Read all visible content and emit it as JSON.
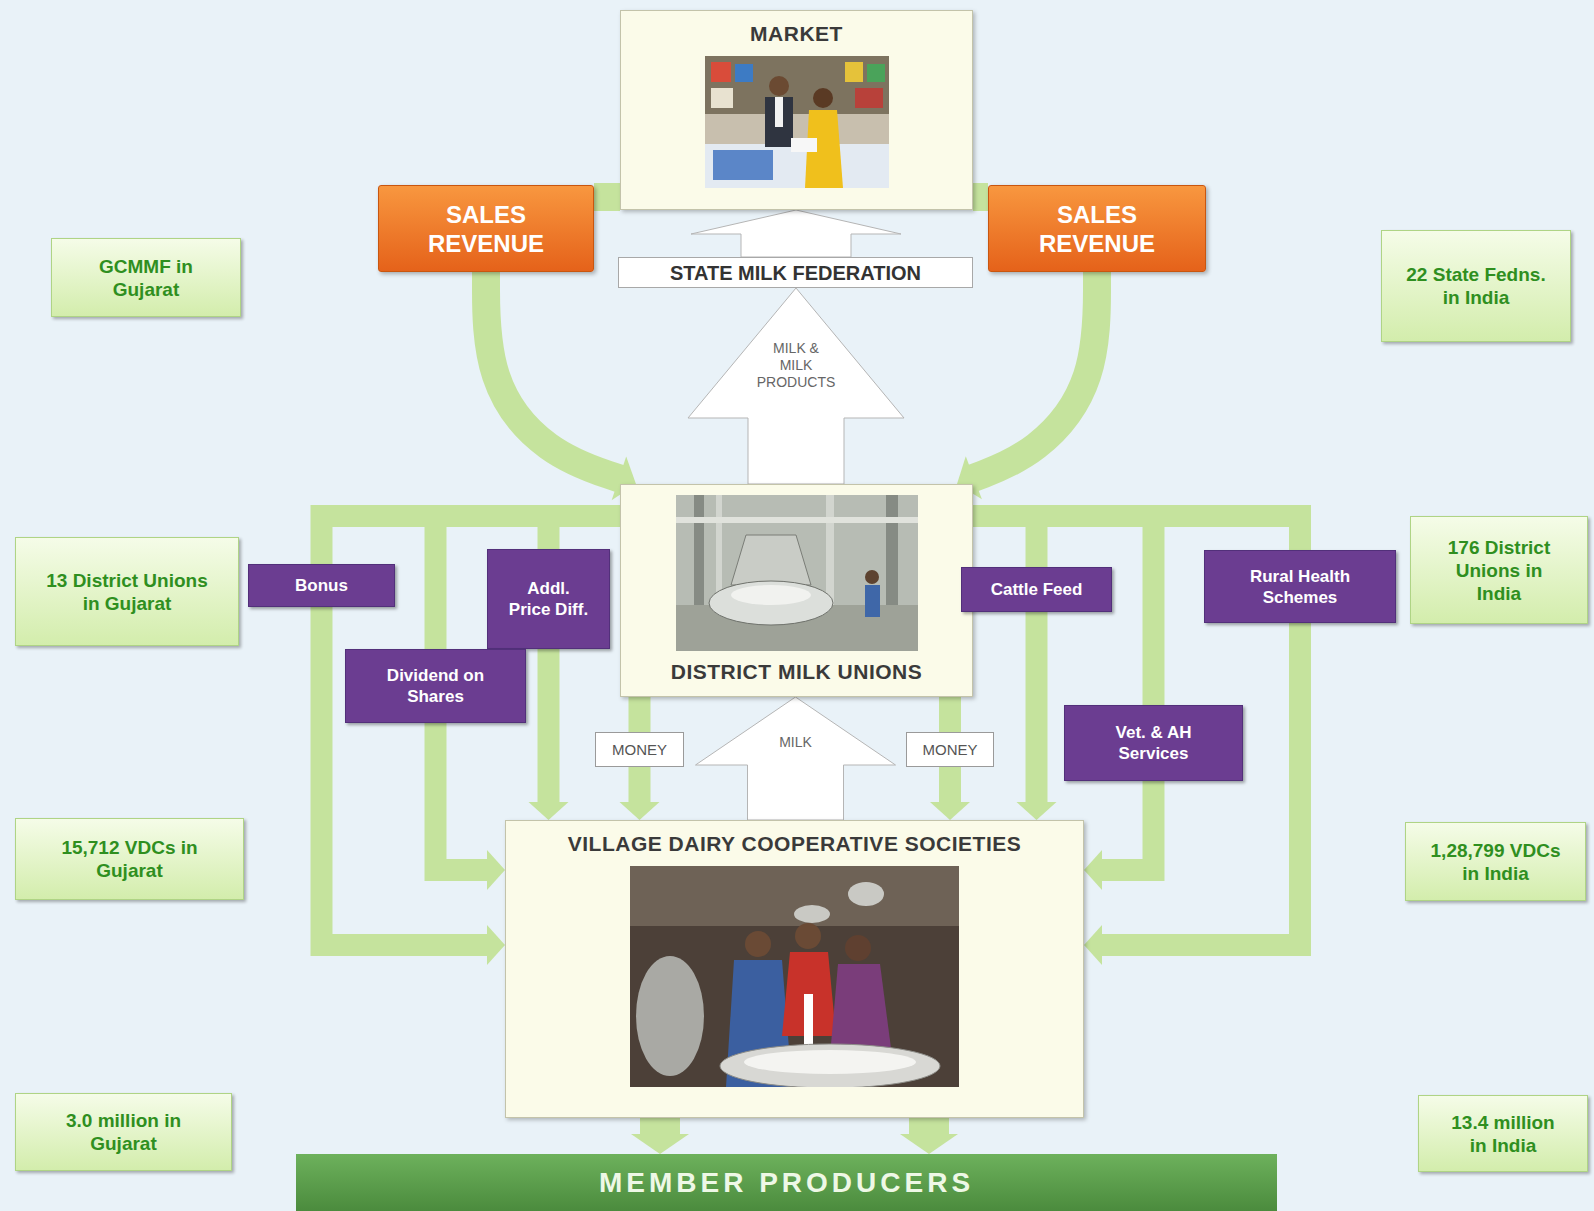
{
  "diagram": {
    "nodes": [
      {
        "text": [
          "MARKET"
        ]
      },
      {
        "text": [
          "SALES REVENUE"
        ]
      },
      {
        "text": [
          "SALES REVENUE"
        ]
      },
      {
        "text": [
          "STATE MILK FEDERATION"
        ]
      },
      {
        "text": [
          "GCMMF in Gujarat"
        ]
      },
      {
        "text": [
          "22 State Fedns. in India"
        ]
      },
      {
        "text": [
          "DISTRICT MILK UNIONS"
        ]
      },
      {
        "text": [
          "13 District Unions in Gujarat"
        ]
      },
      {
        "text": [
          "176 District Unions in India"
        ]
      },
      {
        "text": [
          "Bonus"
        ]
      },
      {
        "text": [
          "Addl. Price Diff."
        ]
      },
      {
        "text": [
          "Dividend on Shares"
        ]
      },
      {
        "text": [
          "Cattle Feed"
        ]
      },
      {
        "text": [
          "Rural Health Schemes"
        ]
      },
      {
        "text": [
          "Vet. & AH Services"
        ]
      },
      {
        "text": [
          "MONEY"
        ]
      },
      {
        "text": [
          "MONEY"
        ]
      },
      {
        "text": [
          "VILLAGE DAIRY COOPERATIVE SOCIETIES"
        ]
      },
      {
        "text": [
          "15,712 VDCs in Gujarat"
        ]
      },
      {
        "text": [
          "1,28,799 VDCs in India"
        ]
      },
      {
        "text": [
          "3.0 million in Gujarat"
        ]
      },
      {
        "text": [
          "13.4 million in India"
        ]
      },
      {
        "text": [
          "MEMBER PRODUCERS"
        ]
      }
    ],
    "edges": [
      {
        "from": 6,
        "to": 3,
        "arrow": "to",
        "label": "MILK & MILK PRODUCTS"
      },
      {
        "from": 3,
        "to": 0,
        "arrow": "to"
      },
      {
        "from": 0,
        "to": 1,
        "arrow": "none"
      },
      {
        "from": 1,
        "to": 6,
        "arrow": "to"
      },
      {
        "from": 0,
        "to": 2,
        "arrow": "none"
      },
      {
        "from": 2,
        "to": 6,
        "arrow": "to"
      },
      {
        "from": 17,
        "to": 6,
        "arrow": "to",
        "label": "MILK"
      },
      {
        "from": 6,
        "to": 9,
        "arrow": "none"
      },
      {
        "from": 9,
        "to": 17,
        "arrow": "to"
      },
      {
        "from": 6,
        "to": 10,
        "arrow": "none"
      },
      {
        "from": 10,
        "to": 17,
        "arrow": "to"
      },
      {
        "from": 6,
        "to": 11,
        "arrow": "none"
      },
      {
        "from": 11,
        "to": 17,
        "arrow": "to"
      },
      {
        "from": 6,
        "to": 15,
        "arrow": "none"
      },
      {
        "from": 15,
        "to": 17,
        "arrow": "to"
      },
      {
        "from": 6,
        "to": 16,
        "arrow": "none"
      },
      {
        "from": 16,
        "to": 17,
        "arrow": "to"
      },
      {
        "from": 6,
        "to": 12,
        "arrow": "none"
      },
      {
        "from": 12,
        "to": 17,
        "arrow": "to"
      },
      {
        "from": 6,
        "to": 14,
        "arrow": "none"
      },
      {
        "from": 14,
        "to": 17,
        "arrow": "to"
      },
      {
        "from": 6,
        "to": 13,
        "arrow": "none"
      },
      {
        "from": 13,
        "to": 17,
        "arrow": "to"
      },
      {
        "from": 17,
        "to": 22,
        "arrow": "to"
      },
      {
        "from": 17,
        "to": 22,
        "arrow": "to"
      }
    ]
  }
}
